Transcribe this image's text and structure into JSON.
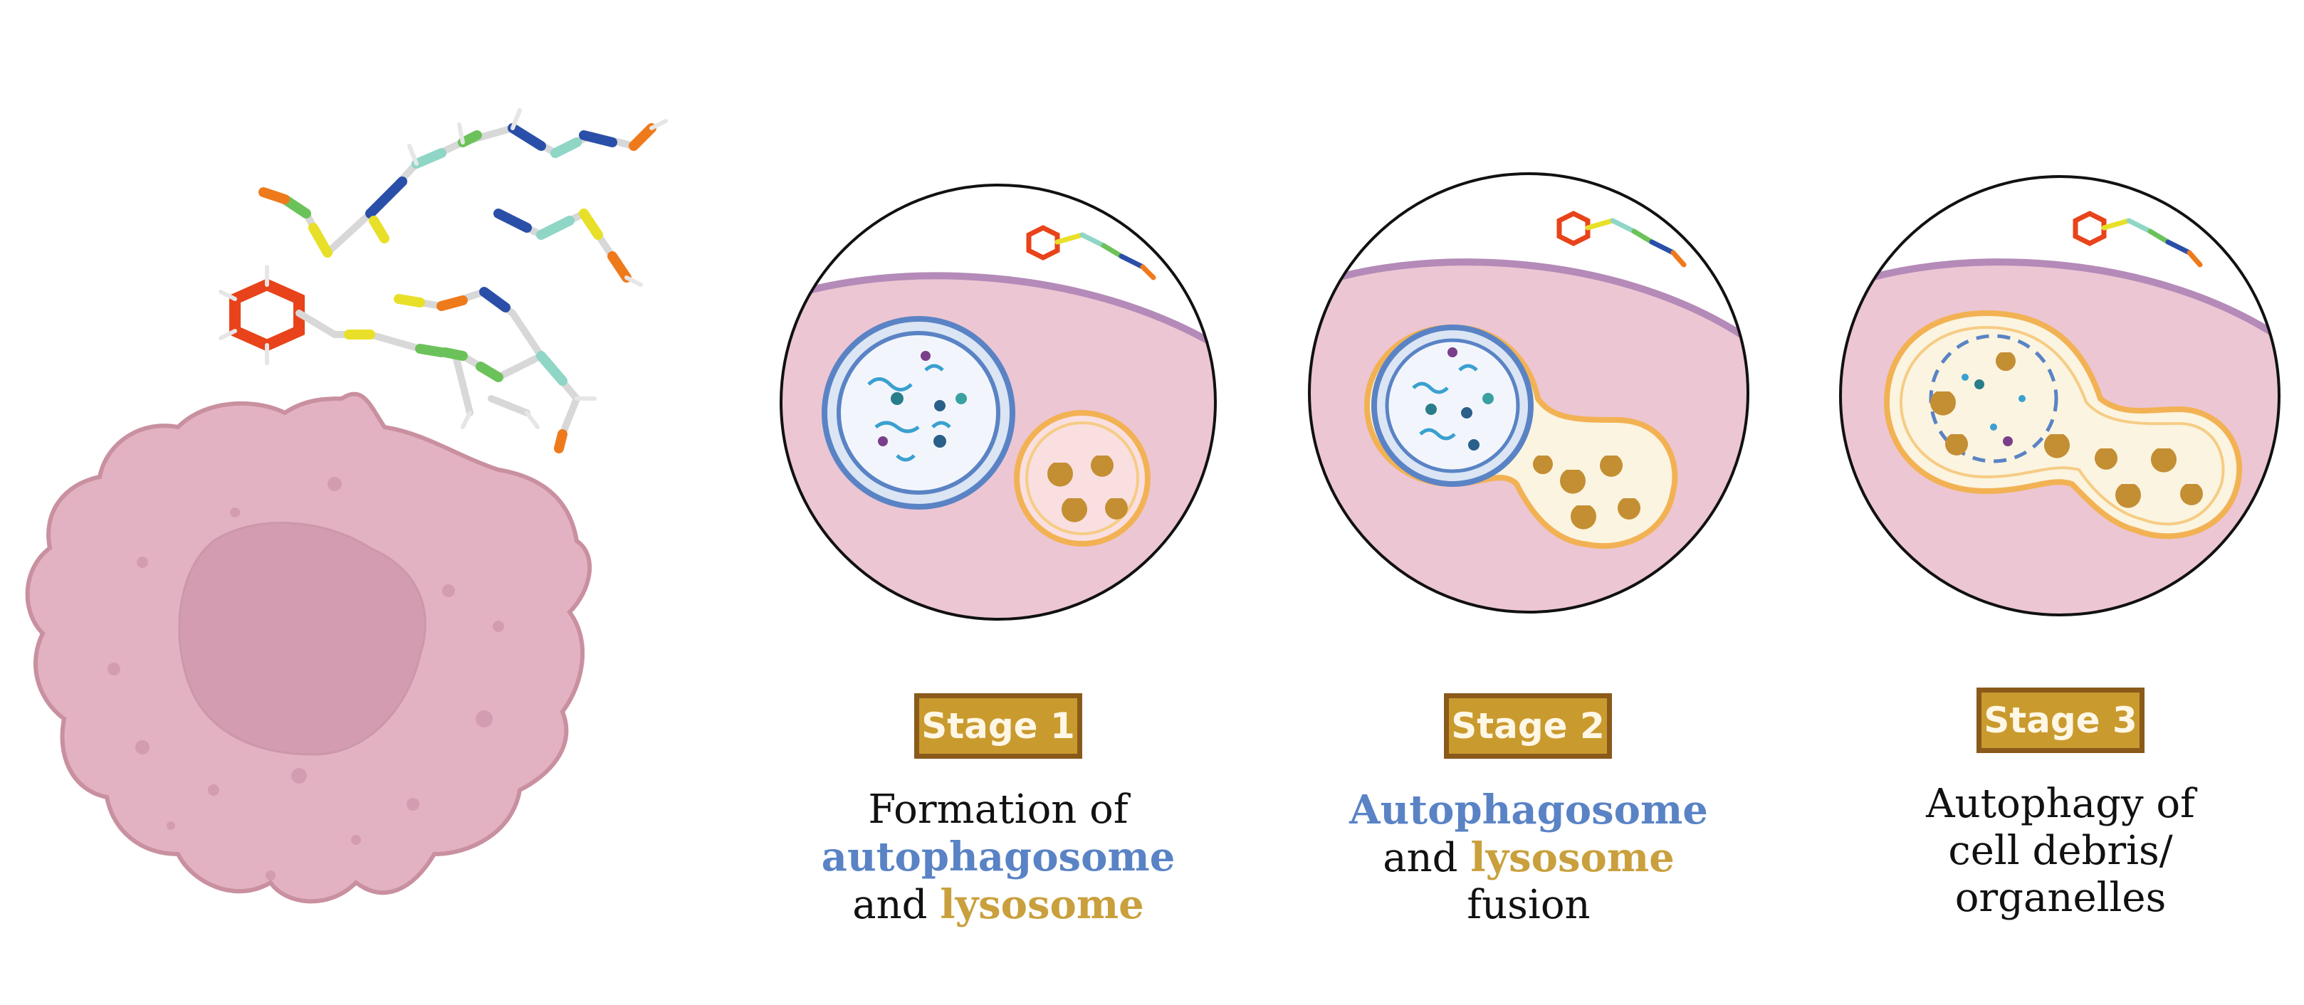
{
  "stages": [
    {
      "badge": "Stage 1",
      "line1": "Formation of",
      "line2_highlight": "autophagosome",
      "line3_plain": "and ",
      "line3_highlight": "lysosome"
    },
    {
      "badge": "Stage 2",
      "line1_highlight": "Autophagosome",
      "line2_plain": "and ",
      "line2_highlight": "lysosome",
      "line3": "fusion"
    },
    {
      "badge": "Stage 3",
      "line1": "Autophagy of",
      "line2": "cell debris/",
      "line3": "organelles"
    }
  ],
  "colors": {
    "autophagosome": "#5a83c5",
    "lysosome": "#c9a03d",
    "badge_fill": "#c99a2e",
    "badge_border": "#8a5a1a",
    "cell": "#e2b2c3",
    "nucleus": "#d49cb0"
  }
}
